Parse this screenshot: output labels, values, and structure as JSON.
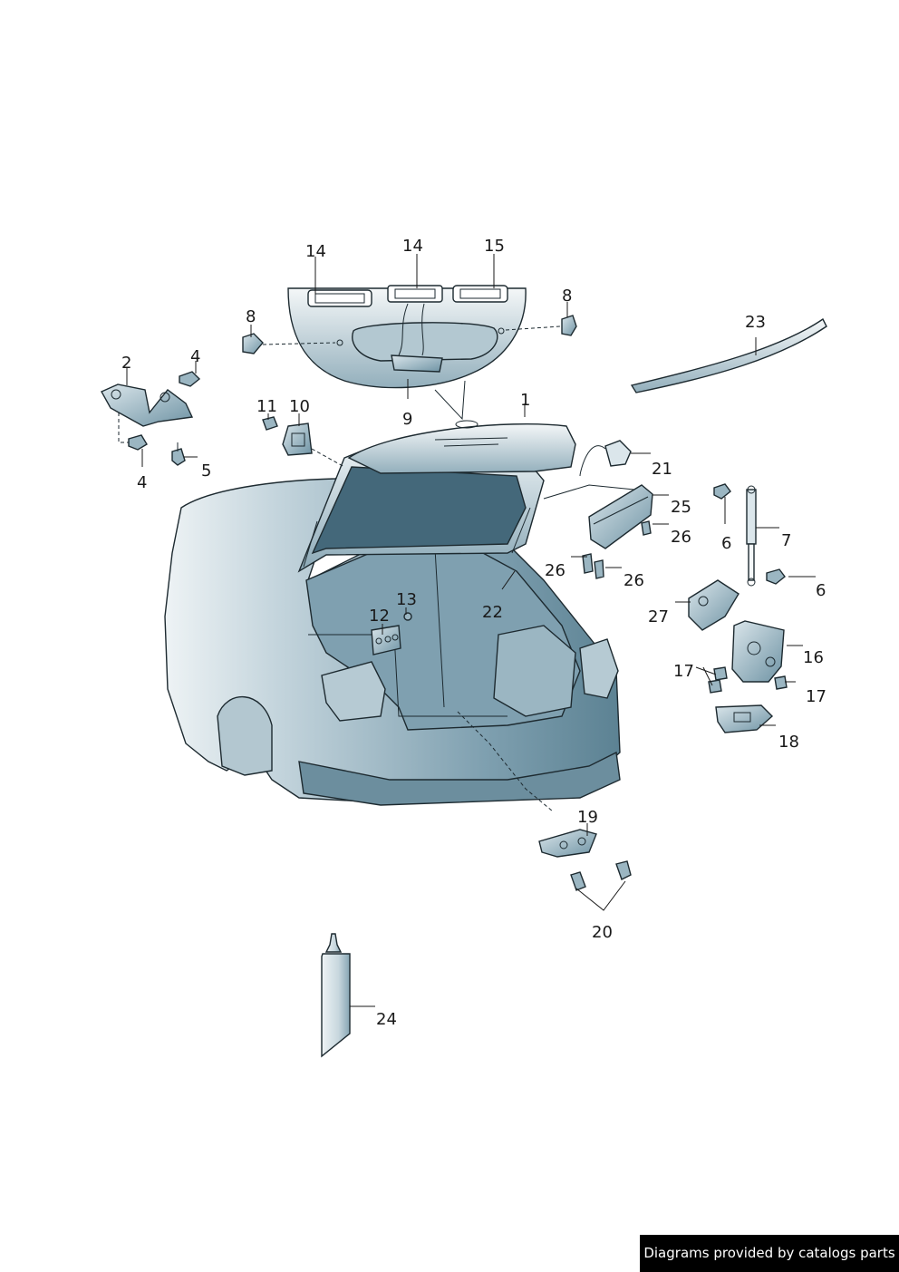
{
  "diagram": {
    "callouts": [
      {
        "id": "c1",
        "text": "1"
      },
      {
        "id": "c2",
        "text": "2"
      },
      {
        "id": "c4a",
        "text": "4"
      },
      {
        "id": "c4b",
        "text": "4"
      },
      {
        "id": "c5",
        "text": "5"
      },
      {
        "id": "c6a",
        "text": "6"
      },
      {
        "id": "c6b",
        "text": "6"
      },
      {
        "id": "c7",
        "text": "7"
      },
      {
        "id": "c8a",
        "text": "8"
      },
      {
        "id": "c8b",
        "text": "8"
      },
      {
        "id": "c9",
        "text": "9"
      },
      {
        "id": "c10",
        "text": "10"
      },
      {
        "id": "c11",
        "text": "11"
      },
      {
        "id": "c12",
        "text": "12"
      },
      {
        "id": "c13",
        "text": "13"
      },
      {
        "id": "c14a",
        "text": "14"
      },
      {
        "id": "c14b",
        "text": "14"
      },
      {
        "id": "c15",
        "text": "15"
      },
      {
        "id": "c16",
        "text": "16"
      },
      {
        "id": "c17a",
        "text": "17"
      },
      {
        "id": "c17b",
        "text": "17"
      },
      {
        "id": "c18",
        "text": "18"
      },
      {
        "id": "c19",
        "text": "19"
      },
      {
        "id": "c20",
        "text": "20"
      },
      {
        "id": "c21",
        "text": "21"
      },
      {
        "id": "c22",
        "text": "22"
      },
      {
        "id": "c23",
        "text": "23"
      },
      {
        "id": "c24",
        "text": "24"
      },
      {
        "id": "c25",
        "text": "25"
      },
      {
        "id": "c26a",
        "text": "26"
      },
      {
        "id": "c26b",
        "text": "26"
      },
      {
        "id": "c26c",
        "text": "26"
      },
      {
        "id": "c27",
        "text": "27"
      }
    ]
  },
  "footer": {
    "credit": "Diagrams provided by catalogs parts"
  },
  "colors": {
    "body_light": "#dfe8ec",
    "body_mid": "#9bb6c2",
    "body_dark": "#4d7386",
    "outline": "#1d2a30",
    "credit_bg": "#000000",
    "credit_fg": "#ffffff"
  }
}
